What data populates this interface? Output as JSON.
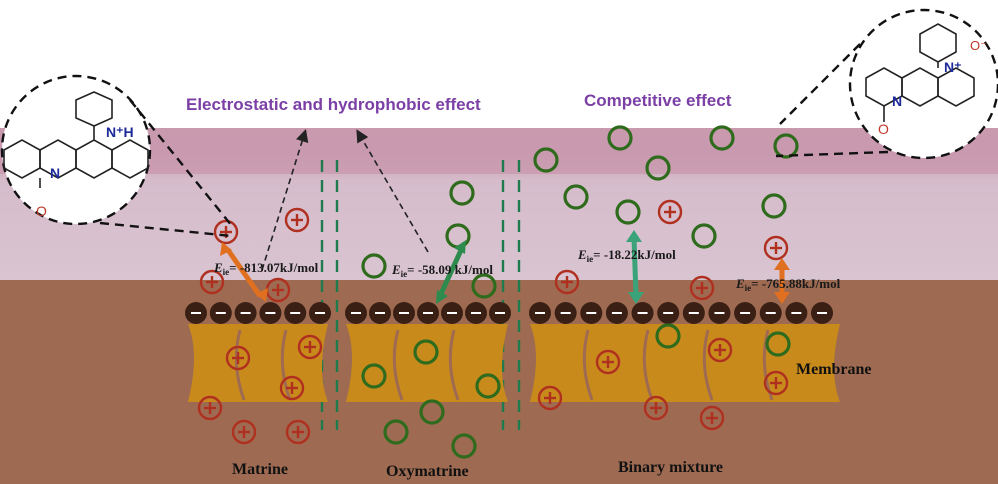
{
  "headings": {
    "left": "Electrostatic and hydrophobic effect",
    "right": "Competitive effect"
  },
  "energies": {
    "matrine": "= -813.07kJ/mol",
    "oxymatrine": "= -58.09 kJ/mol",
    "mixture_oxymatrine": "= -18.22kJ/mol",
    "mixture_matrine": "= -765.88kJ/mol",
    "symbol_main": "E",
    "symbol_sub": "ie"
  },
  "panels": {
    "matrine": "Matrine",
    "oxymatrine": "Oxymatrine",
    "mixture": "Binary mixture"
  },
  "membrane_label": "Membrane",
  "molecule_labels": {
    "matrine_n": "N",
    "matrine_nh": "N⁺H",
    "matrine_o": "O",
    "oxymatrine_n": "N",
    "oxymatrine_nplus": "N⁺",
    "oxymatrine_ominus": "O⁻",
    "oxymatrine_o": "O"
  },
  "colors": {
    "heading": "#7b3fa6",
    "cation": "#b03020",
    "oxymatrine_ring": "#2e6b1c",
    "membrane_head": "#3a1f14",
    "lipid": "#c98a1c",
    "divider": "#1f7a4d",
    "water_band": "#d3b3c3",
    "bulk": "#9e6b52"
  }
}
